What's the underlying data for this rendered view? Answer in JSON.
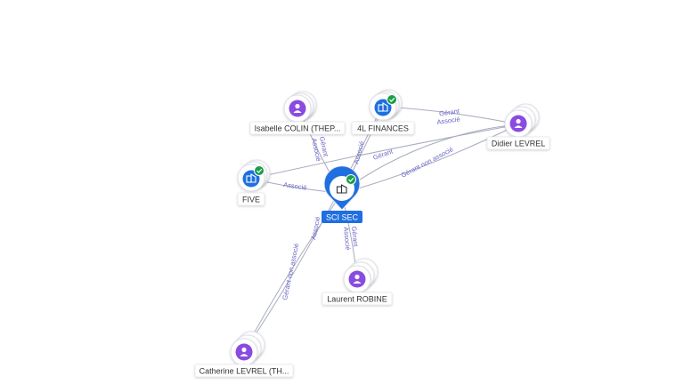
{
  "colors": {
    "person": "#8a4be0",
    "company": "#1f6fe0",
    "verified": "#1a9e4a",
    "edge": "#a7adbd",
    "edge_label": "#6a63c7"
  },
  "nodes": {
    "center": {
      "label": "SCI SEC",
      "icon": "building-icon"
    },
    "isabelle": {
      "label": "Isabelle COLIN (THEP...",
      "icon": "person-icon"
    },
    "fourl": {
      "label": "4L FINANCES",
      "icon": "building-icon"
    },
    "didier": {
      "label": "Didier LEVREL",
      "icon": "person-icon"
    },
    "five": {
      "label": "FIVE",
      "icon": "building-icon"
    },
    "laurent": {
      "label": "Laurent ROBINE",
      "icon": "person-icon"
    },
    "catherine": {
      "label": "Catherine LEVREL (TH...",
      "icon": "person-icon"
    }
  },
  "edge_labels": {
    "gerant": "Gérant",
    "associe": "Associé",
    "gerant_non_associe": "Gérant non associé"
  }
}
